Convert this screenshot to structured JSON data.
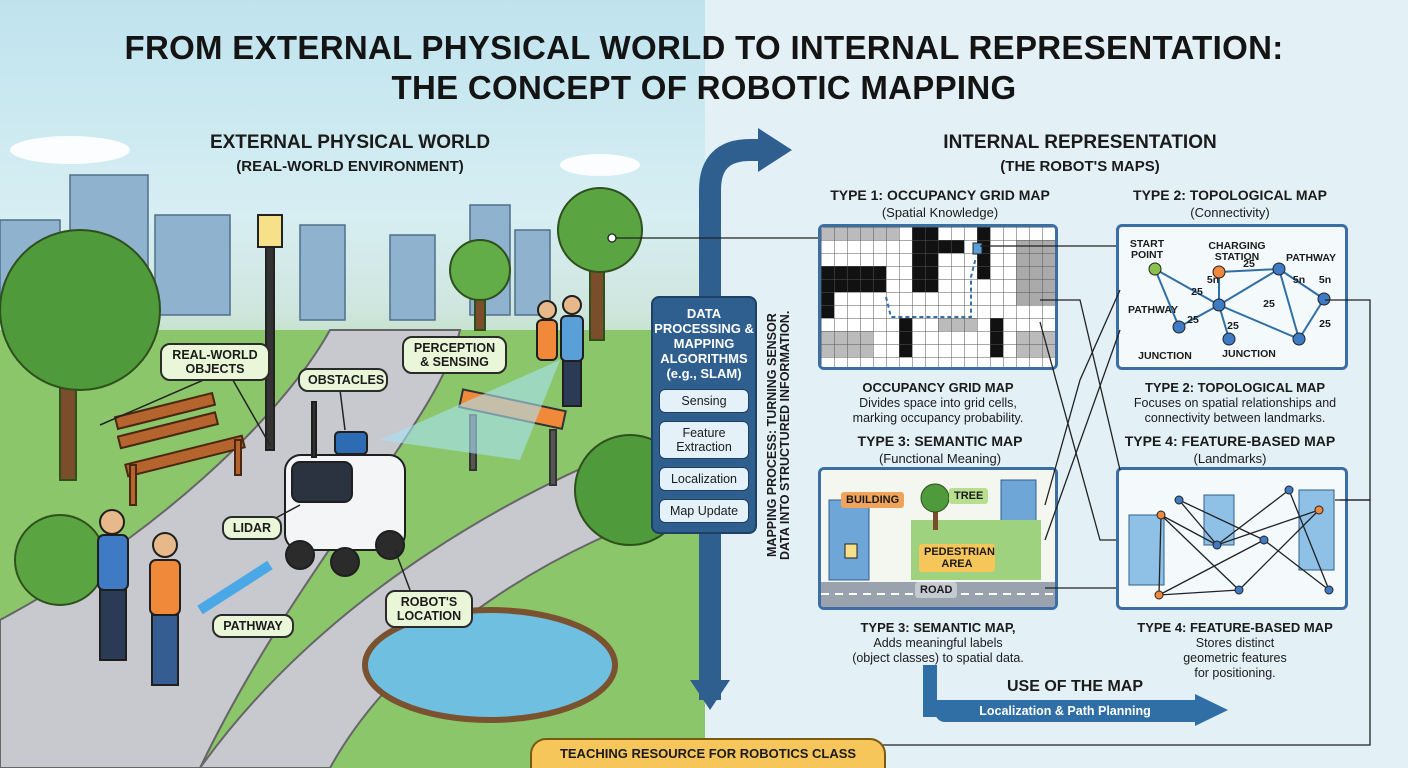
{
  "title": {
    "line1": "FROM EXTERNAL PHYSICAL WORLD TO INTERNAL REPRESENTATION:",
    "line2": "THE CONCEPT OF ROBOTIC MAPPING"
  },
  "left": {
    "heading": "EXTERNAL PHYSICAL WORLD",
    "subheading": "(REAL-WORLD ENVIRONMENT)",
    "labels": {
      "objects": "REAL-WORLD OBJECTS",
      "obstacles": "OBSTACLES",
      "perception": "PERCEPTION & SENSING",
      "lidar": "LIDAR",
      "pathway": "PATHWAY",
      "location": "ROBOT'S LOCATION"
    }
  },
  "process": {
    "heading": "DATA PROCESSING & MAPPING ALGORITHMS (e.g., SLAM)",
    "steps": [
      "Sensing",
      "Feature Extraction",
      "Localization",
      "Map Update"
    ],
    "vertical": "MAPPING PROCESS: TURNING SENSOR DATA INTO STRUCTURED INFORMATION."
  },
  "right": {
    "heading": "INTERNAL REPRESENTATION",
    "subheading": "(THE ROBOT'S MAPS)",
    "type1": {
      "title": "TYPE 1: OCCUPANCY GRID MAP",
      "sub": "(Spatial Knowledge)",
      "desc_title": "OCCUPANCY GRID MAP",
      "desc_l1": "Divides space into grid cells,",
      "desc_l2": "marking occupancy probability."
    },
    "type2": {
      "title": "TYPE 2: TOPOLOGICAL MAP",
      "sub": "(Connectivity)",
      "desc_title": "TYPE 2: TOPOLOGICAL MAP",
      "desc_l1": "Focuses on spatial relationships and",
      "desc_l2": "connectivity between landmarks.",
      "nodes": {
        "start": "START POINT",
        "charging": "CHARGING STATION",
        "pathway1": "PATHWAY",
        "pathway2": "PATHWAY",
        "junction1": "JUNCTION",
        "junction2": "JUNCTION"
      },
      "weights": [
        "5n",
        "25",
        "25",
        "5n",
        "25",
        "25",
        "25",
        "25",
        "5n"
      ]
    },
    "type3": {
      "title": "TYPE 3: SEMANTIC MAP",
      "sub": "(Functional Meaning)",
      "desc_title": "TYPE 3: SEMANTIC MAP,",
      "desc_l1": "Adds meaningful labels",
      "desc_l2": "(object classes) to spatial data.",
      "tags": {
        "building": "BUILDING",
        "tree": "TREE",
        "pedestrian": "PEDESTRIAN AREA",
        "road": "ROAD"
      }
    },
    "type4": {
      "title": "TYPE 4: FEATURE-BASED MAP",
      "sub": "(Landmarks)",
      "desc_title": "TYPE 4: FEATURE-BASED MAP",
      "desc_l1": "Stores distinct",
      "desc_l2": "geometric features",
      "desc_l3": "for positioning."
    }
  },
  "use": {
    "title": "USE OF THE MAP",
    "bar": "Localization & Path Planning"
  },
  "footer": "TEACHING RESOURCE FOR ROBOTICS CLASS",
  "colors": {
    "accent_blue": "#2f6fa5",
    "footer_yellow": "#f6c65b",
    "node_green": "#8bc34a",
    "node_orange": "#f0883e"
  }
}
